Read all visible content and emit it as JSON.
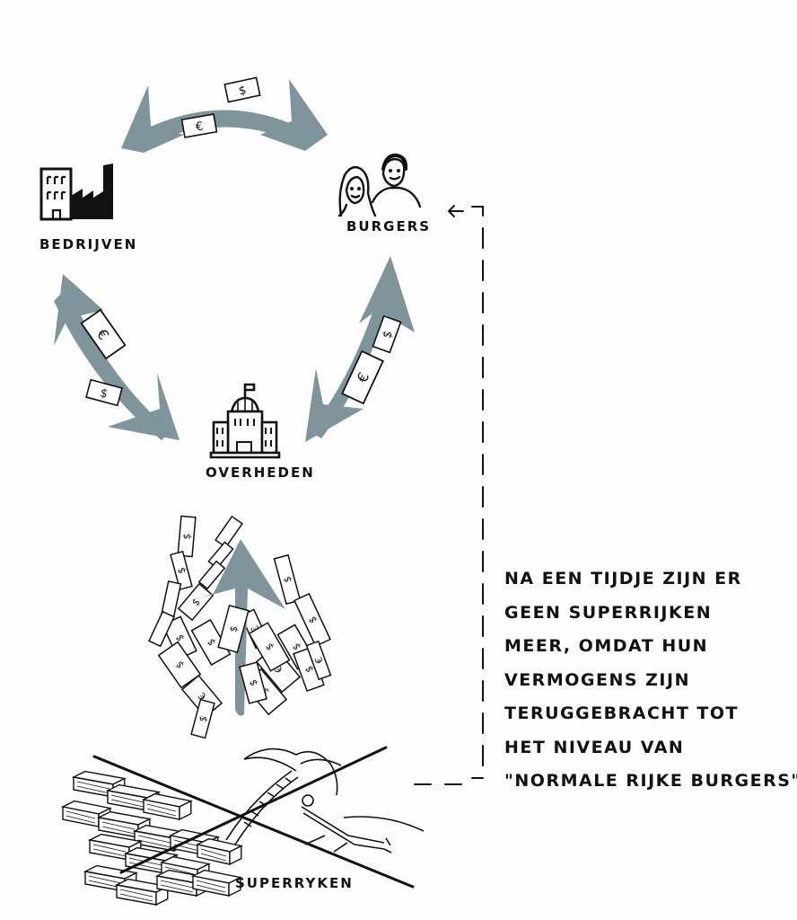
{
  "colors": {
    "arrow": "#7f949b",
    "ink": "#111111",
    "background": "#fefefe",
    "bill": "#ffffff"
  },
  "nodes": {
    "companies": {
      "label": "BEDRIJVEN",
      "icon": "factory-icon"
    },
    "citizens": {
      "label": "BURGERS",
      "icon": "people-icon"
    },
    "governments": {
      "label": "OVERHEDEN",
      "icon": "government-building-icon"
    },
    "superrich": {
      "label": "SUPERRYKEN",
      "icon": "money-stacks-palm-icon",
      "crossed_out": true
    }
  },
  "currency_symbols": [
    "$",
    "€"
  ],
  "note": {
    "lines": [
      "NA EEN TIJDJE ZIJN ER",
      "GEEN SUPERRIJKEN",
      "MEER, OMDAT HUN",
      "VERMOGENS ZIJN",
      "TERUGGEBRACHT TOT",
      "HET NIVEAU VAN",
      "\"NORMALE RIJKE BURGERS\"."
    ]
  }
}
